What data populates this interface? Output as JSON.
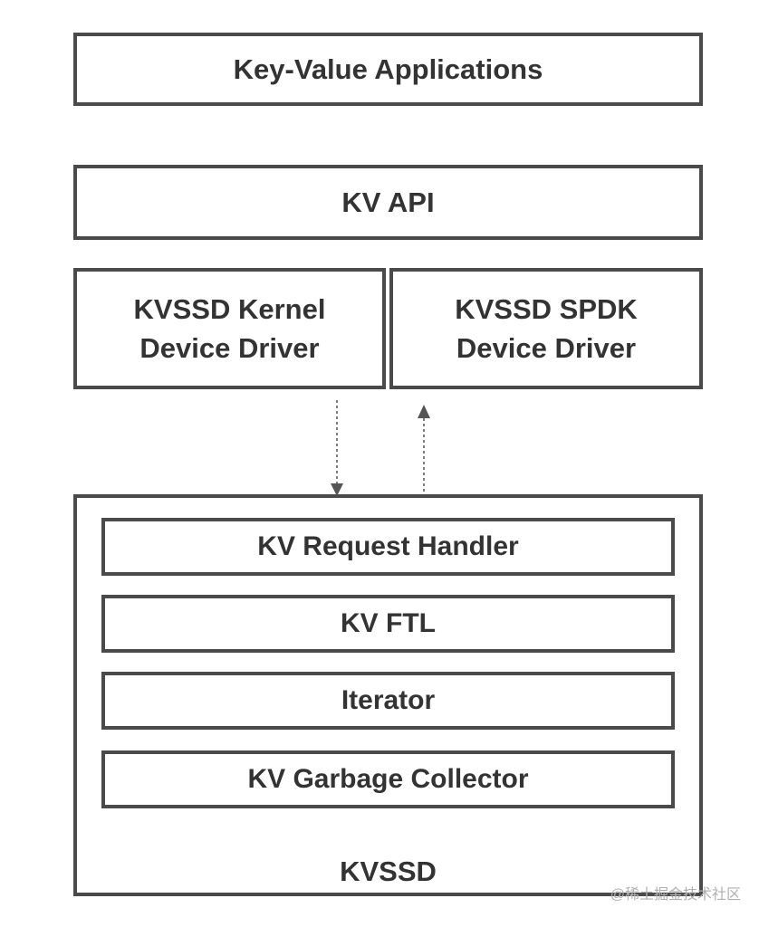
{
  "diagram": {
    "applications": "Key-Value Applications",
    "api": "KV API",
    "kernel_driver": {
      "line1": "KVSSD Kernel",
      "line2": "Device Driver"
    },
    "spdk_driver": {
      "line1": "KVSSD SPDK",
      "line2": "Device Driver"
    },
    "device": {
      "label": "KVSSD",
      "components": [
        "KV Request Handler",
        "KV FTL",
        "Iterator",
        "KV Garbage Collector"
      ]
    }
  },
  "watermark": "@稀土掘金技术社区"
}
